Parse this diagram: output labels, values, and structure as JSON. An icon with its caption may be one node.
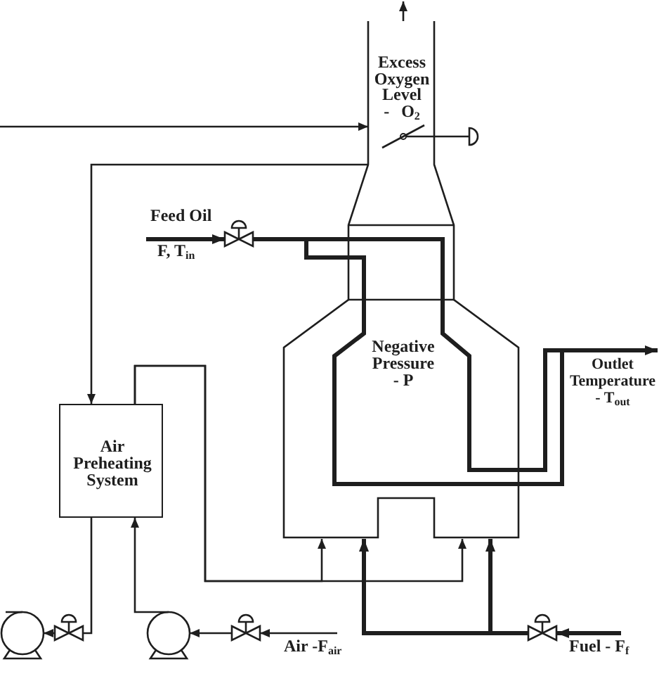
{
  "diagram": {
    "nodes": [
      {
        "text": [
          "Excess Oxygen Level - O$_{2}$",
          "Negative Pressure - P"
        ]
      },
      {
        "text": [],
        "shape": "valve"
      },
      {
        "text": [
          "Outlet Temperature - T$_{out}$"
        ]
      },
      {
        "text": [
          "Air Preheating System"
        ]
      },
      {
        "text": [],
        "shape": "pump"
      },
      {
        "text": [],
        "shape": "valve"
      },
      {
        "text": [],
        "shape": "pump"
      },
      {
        "text": [],
        "shape": "valve"
      },
      {
        "text": [
          "Air -F$_{air}$"
        ]
      },
      {
        "text": [],
        "shape": "valve"
      },
      {
        "text": [
          "Fuel - F$_{f}$"
        ]
      }
    ],
    "edges": [
      {
        "from": null,
        "to": 0,
        "arrow": "to"
      },
      {
        "from": 0,
        "to": null,
        "arrow": "to"
      },
      {
        "from": 0,
        "to": 3,
        "arrow": "to"
      },
      {
        "from": null,
        "to": 1,
        "arrow": "to",
        "style": "thick"
      },
      {
        "from": 1,
        "to": 0,
        "arrow": "none",
        "style": "thick"
      },
      {
        "from": 0,
        "to": 2,
        "arrow": "to",
        "style": "thick"
      },
      {
        "from": 3,
        "to": 0,
        "arrow": "to"
      },
      {
        "from": 3,
        "to": 0,
        "arrow": "to"
      },
      {
        "from": 3,
        "to": 5,
        "arrow": "none"
      },
      {
        "from": 5,
        "to": 4,
        "arrow": "to"
      },
      {
        "from": 8,
        "to": 7,
        "arrow": "to"
      },
      {
        "from": 7,
        "to": 6,
        "arrow": "to"
      },
      {
        "from": 6,
        "to": 3,
        "arrow": "to"
      },
      {
        "from": 10,
        "to": 9,
        "arrow": "to",
        "style": "thick"
      },
      {
        "from": 9,
        "to": 0,
        "arrow": "to",
        "style": "thick"
      },
      {
        "from": 9,
        "to": 0,
        "arrow": "to",
        "style": "thick"
      }
    ],
    "labels": [
      "Feed Oil",
      "F, T$_{in}$"
    ]
  }
}
